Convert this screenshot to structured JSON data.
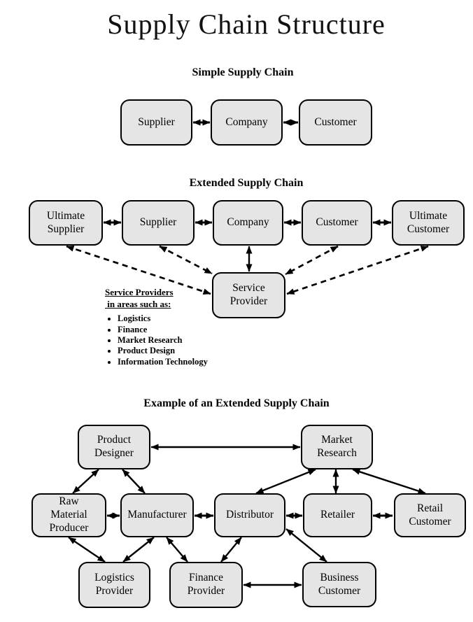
{
  "title": "Supply Chain Structure",
  "colors": {
    "background": "#ffffff",
    "box_fill": "#e5e5e5",
    "box_border": "#000000",
    "arrow": "#000000",
    "text": "#000000"
  },
  "simple": {
    "heading": "Simple Supply Chain",
    "supplier": "Supplier",
    "company": "Company",
    "customer": "Customer"
  },
  "extended": {
    "heading": "Extended Supply Chain",
    "ultimate_supplier": "Ultimate\nSupplier",
    "supplier": "Supplier",
    "company": "Company",
    "customer": "Customer",
    "ultimate_customer": "Ultimate\nCustomer",
    "service_provider": "Service\nProvider",
    "note": {
      "heading": "Service Providers\n in areas such as:",
      "bullets": [
        "Logistics",
        "Finance",
        "Market Research",
        "Product Design",
        "Information Technology"
      ]
    }
  },
  "example": {
    "heading": "Example of an Extended Supply Chain",
    "product_designer": "Product\nDesigner",
    "market_research": "Market\nResearch",
    "raw_material_producer": "Raw\nMaterial\nProducer",
    "manufacturer": "Manufacturer",
    "distributor": "Distributor",
    "retailer": "Retailer",
    "retail_customer": "Retail\nCustomer",
    "logistics_provider": "Logistics\nProvider",
    "finance_provider": "Finance\nProvider",
    "business_customer": "Business\nCustomer"
  },
  "edges": {
    "simple_bidirectional": [
      [
        "Supplier",
        "Company"
      ],
      [
        "Company",
        "Customer"
      ]
    ],
    "extended_solid_bidirectional": [
      [
        "Ultimate Supplier",
        "Supplier"
      ],
      [
        "Supplier",
        "Company"
      ],
      [
        "Company",
        "Customer"
      ],
      [
        "Customer",
        "Ultimate Customer"
      ],
      [
        "Company",
        "Service Provider"
      ]
    ],
    "extended_dashed_bidirectional": [
      [
        "Ultimate Supplier",
        "Service Provider"
      ],
      [
        "Supplier",
        "Service Provider"
      ],
      [
        "Customer",
        "Service Provider"
      ],
      [
        "Ultimate Customer",
        "Service Provider"
      ]
    ],
    "example_bidirectional": [
      [
        "Product Designer",
        "Market Research"
      ],
      [
        "Product Designer",
        "Raw Material Producer"
      ],
      [
        "Product Designer",
        "Manufacturer"
      ],
      [
        "Market Research",
        "Distributor"
      ],
      [
        "Market Research",
        "Retailer"
      ],
      [
        "Market Research",
        "Retail Customer"
      ],
      [
        "Raw Material Producer",
        "Manufacturer"
      ],
      [
        "Manufacturer",
        "Distributor"
      ],
      [
        "Distributor",
        "Retailer"
      ],
      [
        "Retailer",
        "Retail Customer"
      ],
      [
        "Raw Material Producer",
        "Logistics Provider"
      ],
      [
        "Manufacturer",
        "Logistics Provider"
      ],
      [
        "Manufacturer",
        "Finance Provider"
      ],
      [
        "Distributor",
        "Finance Provider"
      ],
      [
        "Distributor",
        "Business Customer"
      ],
      [
        "Finance Provider",
        "Business Customer"
      ]
    ]
  }
}
